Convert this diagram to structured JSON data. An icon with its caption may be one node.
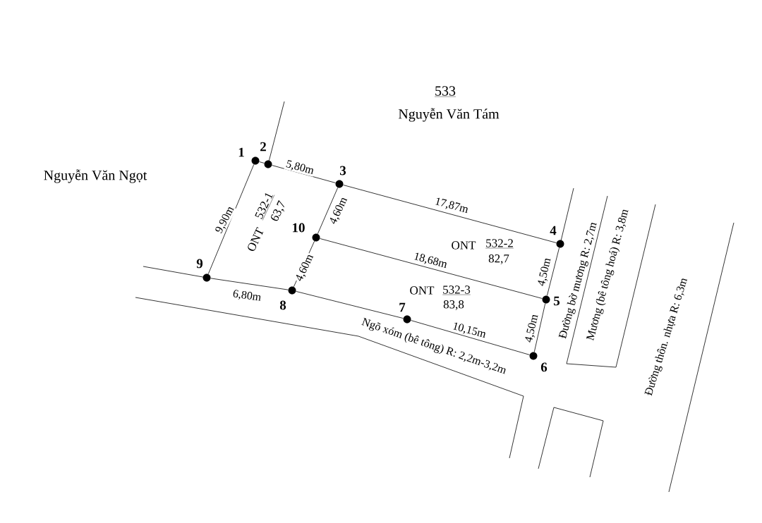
{
  "diagram": {
    "nodes": [
      {
        "text": [],
        "shape": "circle",
        "beside": [
          "1"
        ]
      },
      {
        "text": [],
        "shape": "circle",
        "beside": [
          "2"
        ]
      },
      {
        "text": [],
        "shape": "circle",
        "beside": [
          "3"
        ]
      },
      {
        "text": [],
        "shape": "circle",
        "beside": [
          "4"
        ]
      },
      {
        "text": [],
        "shape": "circle",
        "beside": [
          "5"
        ]
      },
      {
        "text": [],
        "shape": "circle",
        "beside": [
          "6"
        ]
      },
      {
        "text": [],
        "shape": "circle",
        "beside": [
          "7"
        ]
      },
      {
        "text": [],
        "shape": "circle",
        "beside": [
          "8"
        ]
      },
      {
        "text": [],
        "shape": "circle",
        "beside": [
          "9"
        ]
      },
      {
        "text": [],
        "shape": "circle",
        "beside": [
          "10"
        ]
      }
    ],
    "edges": [
      {
        "from": 0,
        "to": 1,
        "arrow": "none"
      },
      {
        "from": 1,
        "to": 2,
        "arrow": "none",
        "label": "5,80m"
      },
      {
        "from": 2,
        "to": 3,
        "arrow": "none",
        "label": "17,87m"
      },
      {
        "from": 3,
        "to": 4,
        "arrow": "none",
        "label": "4,50m"
      },
      {
        "from": 4,
        "to": 5,
        "arrow": "none",
        "label": "4,50m"
      },
      {
        "from": 5,
        "to": 6,
        "arrow": "none",
        "label": "10,15m"
      },
      {
        "from": 6,
        "to": 7,
        "arrow": "none"
      },
      {
        "from": 7,
        "to": 8,
        "arrow": "none",
        "label": "6,80m"
      },
      {
        "from": 8,
        "to": 0,
        "arrow": "none",
        "label": "9,90m"
      },
      {
        "from": 2,
        "to": 9,
        "arrow": "none",
        "label": "4,60m"
      },
      {
        "from": 9,
        "to": 7,
        "arrow": "none",
        "label": "4,60m"
      },
      {
        "from": 9,
        "to": 4,
        "arrow": "none",
        "label": "18,68m"
      }
    ],
    "labels": [
      "533",
      "Nguyễn Văn Tám",
      "Nguyễn Văn Ngọt",
      "ONT",
      "532-1",
      "63,7",
      "ONT",
      "532-2",
      "82,7",
      "ONT",
      "532-3",
      "83,8",
      "Đường bờ mương R: 2,7m",
      "Mương (bê tông hoá) R: 3,8m",
      "Đường thôn. nhựa R: 6,3m",
      "Ngõ xóm (bê tông) R: 2,2m-3,2m"
    ]
  }
}
